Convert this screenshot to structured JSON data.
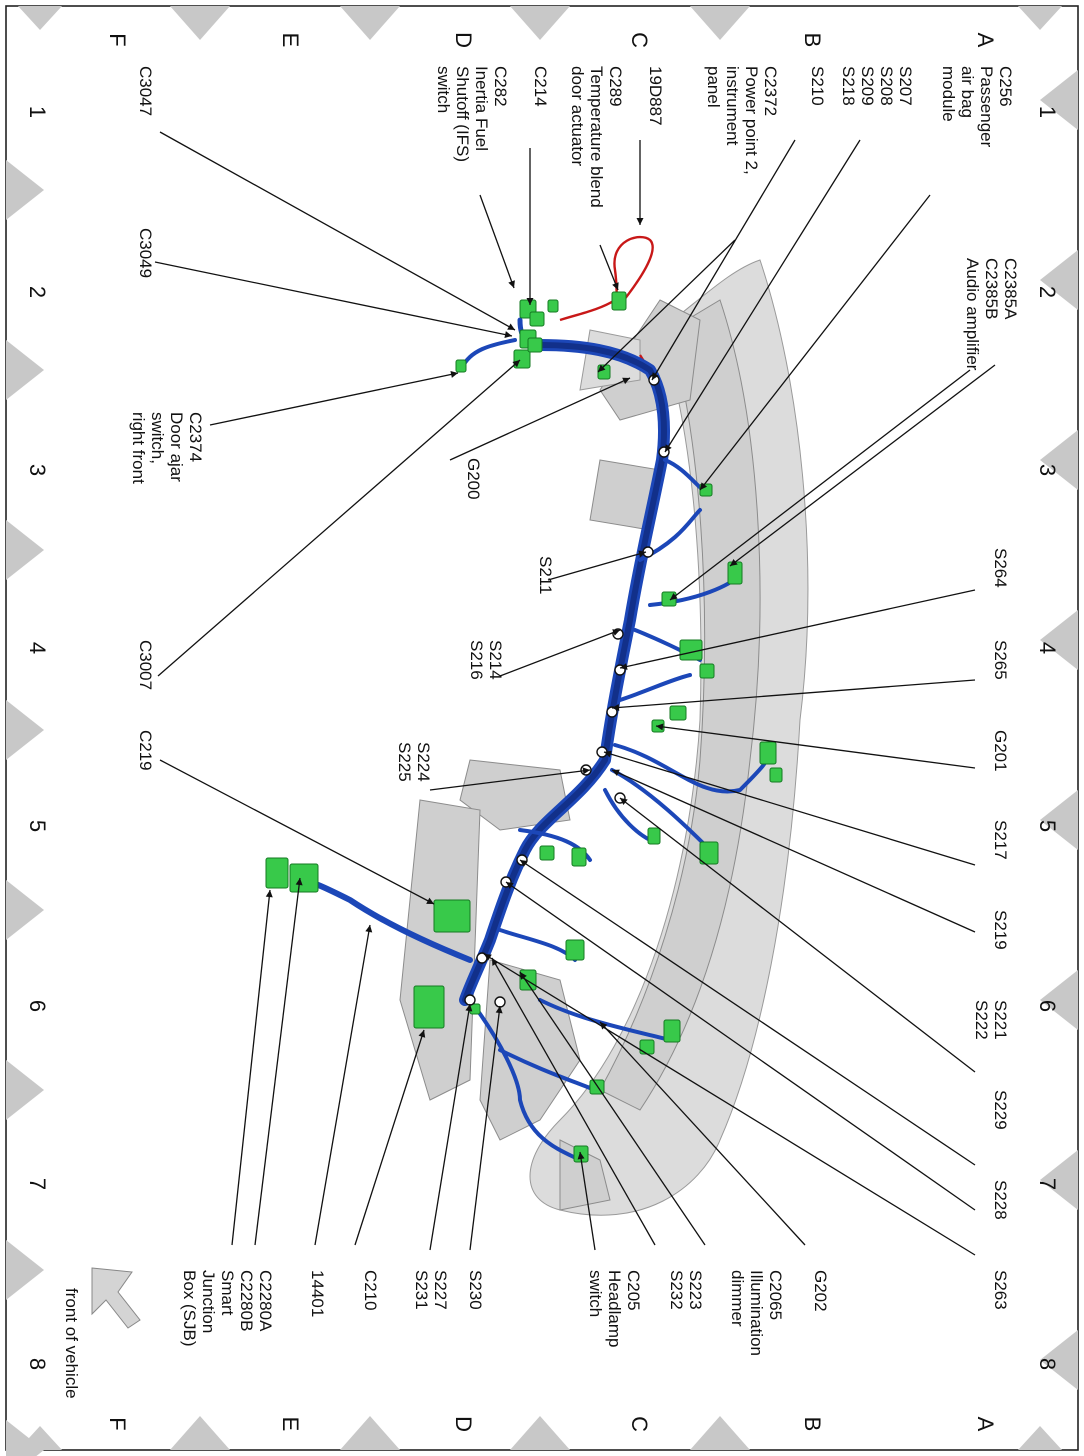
{
  "grid": {
    "columns": [
      "1",
      "2",
      "3",
      "4",
      "5",
      "6",
      "7",
      "8"
    ],
    "rows": [
      "A",
      "B",
      "C",
      "D",
      "E",
      "F"
    ]
  },
  "orientation_label": "front of vehicle",
  "labels": [
    {
      "id": "c256",
      "lines": [
        "C256",
        "Passenger",
        "air bag",
        "module"
      ]
    },
    {
      "id": "s207",
      "lines": [
        "S207",
        "S208",
        "S209",
        "S218"
      ]
    },
    {
      "id": "s210",
      "lines": [
        "S210"
      ]
    },
    {
      "id": "c2372",
      "lines": [
        "C2372",
        "Power point 2,",
        "instrument",
        "panel"
      ]
    },
    {
      "id": "19d887",
      "lines": [
        "19D887"
      ]
    },
    {
      "id": "c289",
      "lines": [
        "C289",
        "Temperature blend",
        "door actuator"
      ]
    },
    {
      "id": "c214",
      "lines": [
        "C214"
      ]
    },
    {
      "id": "c282",
      "lines": [
        "C282",
        "Inertia Fuel",
        "Shutoff (IFS)",
        "switch"
      ]
    },
    {
      "id": "c3047",
      "lines": [
        "C3047"
      ]
    },
    {
      "id": "c3049",
      "lines": [
        "C3049"
      ]
    },
    {
      "id": "c2374",
      "lines": [
        "C2374",
        "Door ajar",
        "switch,",
        "right front"
      ]
    },
    {
      "id": "g200",
      "lines": [
        "G200"
      ]
    },
    {
      "id": "s211",
      "lines": [
        "S211"
      ]
    },
    {
      "id": "s214",
      "lines": [
        "S214",
        "S216"
      ]
    },
    {
      "id": "c3007",
      "lines": [
        "C3007"
      ]
    },
    {
      "id": "c219",
      "lines": [
        "C219"
      ]
    },
    {
      "id": "s224",
      "lines": [
        "S224",
        "S225"
      ]
    },
    {
      "id": "c2385",
      "lines": [
        "C2385A",
        "C2385B",
        "Audio amplifier"
      ]
    },
    {
      "id": "s264",
      "lines": [
        "S264"
      ]
    },
    {
      "id": "s265",
      "lines": [
        "S265"
      ]
    },
    {
      "id": "g201",
      "lines": [
        "G201"
      ]
    },
    {
      "id": "s217",
      "lines": [
        "S217"
      ]
    },
    {
      "id": "s219",
      "lines": [
        "S219"
      ]
    },
    {
      "id": "s221",
      "lines": [
        "S221",
        "S222"
      ]
    },
    {
      "id": "s229",
      "lines": [
        "S229"
      ]
    },
    {
      "id": "s228",
      "lines": [
        "S228"
      ]
    },
    {
      "id": "s263",
      "lines": [
        "S263"
      ]
    },
    {
      "id": "g202",
      "lines": [
        "G202"
      ]
    },
    {
      "id": "c2065",
      "lines": [
        "C2065",
        "Illumination",
        "dimmer"
      ]
    },
    {
      "id": "s223",
      "lines": [
        "S223",
        "S232"
      ]
    },
    {
      "id": "c205",
      "lines": [
        "C205",
        "Headlamp",
        "switch"
      ]
    },
    {
      "id": "s230",
      "lines": [
        "S230"
      ]
    },
    {
      "id": "s227",
      "lines": [
        "S227",
        "S231"
      ]
    },
    {
      "id": "c210",
      "lines": [
        "C210"
      ]
    },
    {
      "id": "14401",
      "lines": [
        "14401"
      ]
    },
    {
      "id": "c2280",
      "lines": [
        "C2280A",
        "C2280B",
        "Smart",
        "Junction",
        "Box (SJB)"
      ]
    }
  ]
}
